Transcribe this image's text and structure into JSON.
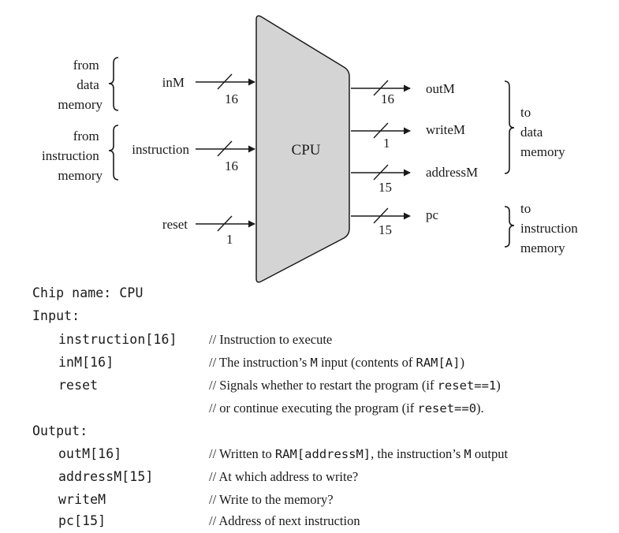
{
  "diagram": {
    "cpu_label": "CPU",
    "left_groups": [
      {
        "lines": [
          "from",
          "data",
          "memory"
        ]
      },
      {
        "lines": [
          "from",
          "instruction",
          "memory"
        ]
      }
    ],
    "right_groups": [
      {
        "lines": [
          "to",
          "data",
          "memory"
        ]
      },
      {
        "lines": [
          "to",
          "instruction",
          "memory"
        ]
      }
    ],
    "inputs": [
      {
        "label": "inM",
        "width": "16"
      },
      {
        "label": "instruction",
        "width": "16"
      },
      {
        "label": "reset",
        "width": "1"
      }
    ],
    "outputs": [
      {
        "label": "outM",
        "width": "16"
      },
      {
        "label": "writeM",
        "width": "1"
      },
      {
        "label": "addressM",
        "width": "15"
      },
      {
        "label": "pc",
        "width": "15"
      }
    ]
  },
  "spec": {
    "chip_name": "Chip name: CPU",
    "input_header": "Input:",
    "output_header": "Output:",
    "inputs": [
      {
        "name": "instruction[16]",
        "comment": [
          {
            "t": "// Instruction to execute"
          }
        ]
      },
      {
        "name": "inM[16]",
        "comment": [
          {
            "t": "// The instruction’s "
          },
          {
            "m": "M"
          },
          {
            "t": " input (contents of "
          },
          {
            "m": "RAM[A]"
          },
          {
            "t": ")"
          }
        ]
      },
      {
        "name": "reset",
        "comment": [
          {
            "t": "// Signals whether to restart the program (if "
          },
          {
            "m": "reset==1"
          },
          {
            "t": ")"
          }
        ]
      },
      {
        "name": "",
        "comment": [
          {
            "t": "// or continue executing the program (if "
          },
          {
            "m": "reset==0"
          },
          {
            "t": ")."
          }
        ]
      }
    ],
    "outputs": [
      {
        "name": "outM[16]",
        "comment": [
          {
            "t": "// Written to "
          },
          {
            "m": "RAM[addressM]"
          },
          {
            "t": ", the instruction’s "
          },
          {
            "m": "M"
          },
          {
            "t": " output"
          }
        ]
      },
      {
        "name": "addressM[15]",
        "comment": [
          {
            "t": "// At which address to write?"
          }
        ]
      },
      {
        "name": "writeM",
        "comment": [
          {
            "t": "// Write to the memory?"
          }
        ]
      },
      {
        "name": "pc[15]",
        "comment": [
          {
            "t": "// Address of next instruction"
          }
        ]
      }
    ]
  }
}
